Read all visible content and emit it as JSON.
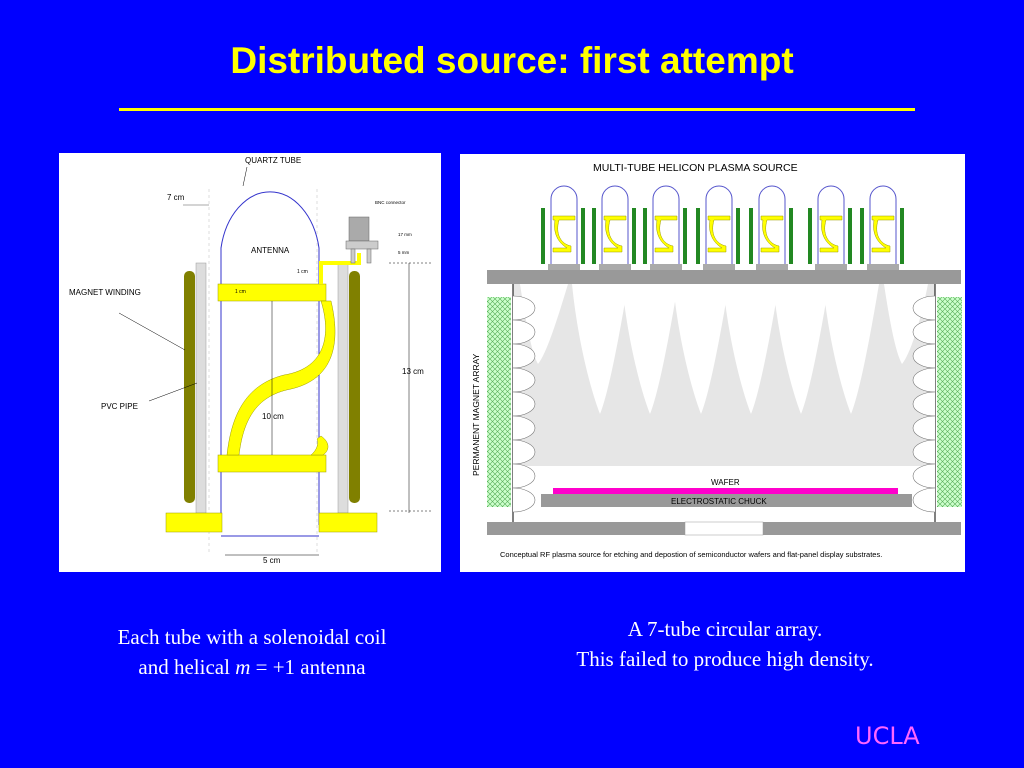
{
  "slide": {
    "title": "Distributed source: first attempt",
    "logo": "UCLA",
    "colors": {
      "background": "#0000ff",
      "title": "#ffff00",
      "logo": "#ff66ff",
      "antenna": "#ffff00",
      "magnet": "#808000",
      "wafer": "#ff00cc"
    }
  },
  "left_figure": {
    "quartz_tube": "QUARTZ TUBE",
    "tube_width": "7 cm",
    "bnc": "BNC connector",
    "dim_17mm": "17 mm",
    "dim_5mm": "5 mm",
    "antenna": "ANTENNA",
    "dim_1cm_a": "1 cm",
    "dim_1cm_b": "1 cm",
    "magnet_winding": "MAGNET WINDING",
    "pipe": "PVC  PIPE",
    "height": "13 cm",
    "antenna_length": "10 cm",
    "base_width": "5 cm"
  },
  "right_figure": {
    "title": "MULTI-TUBE HELICON PLASMA SOURCE",
    "magnet_array": "PERMANENT MAGNET ARRAY",
    "wafer": "WAFER",
    "chuck": "ELECTROSTATIC CHUCK",
    "caption": "Conceptual RF plasma source for etching and depostion of semiconductor wafers and flat-panel display substrates."
  },
  "captions": {
    "left_line1": "Each tube with a solenoidal coil",
    "left_line2_pre": "and helical ",
    "left_line2_m": "m",
    "left_line2_post": " = +1 antenna",
    "right_line1": "A 7-tube circular array.",
    "right_line2": "This failed to produce high density."
  }
}
